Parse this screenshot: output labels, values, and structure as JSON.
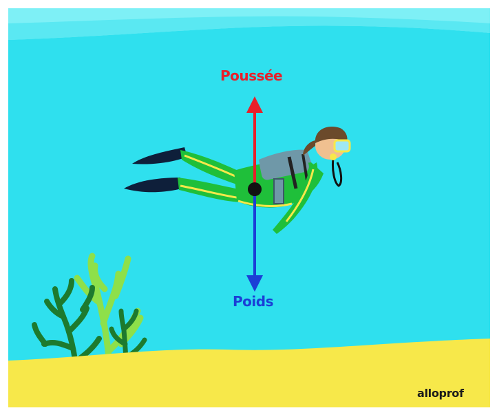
{
  "diagram": {
    "forces": {
      "up": {
        "label": "Poussée",
        "color": "#e8202a"
      },
      "down": {
        "label": "Poids",
        "color": "#1b3fd6"
      }
    }
  },
  "brand": {
    "text": "alloprof"
  },
  "colors": {
    "water": "#2fe0ee",
    "surface": "#7ef0f6",
    "sand": "#f7e84a",
    "suit": "#1fbf3a",
    "tank": "#6f98a8",
    "seaweed_dark": "#1d7a2e",
    "seaweed_light": "#8ee04a"
  },
  "icons": [
    "diver-figure",
    "seaweed-dark",
    "seaweed-light",
    "center-of-mass-dot"
  ]
}
